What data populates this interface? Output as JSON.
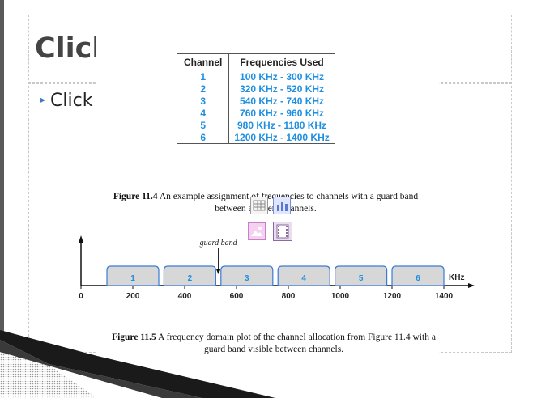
{
  "slide": {
    "title": "Click",
    "bullet": "Click"
  },
  "table": {
    "headers": [
      "Channel",
      "Frequencies Used"
    ],
    "rows": [
      {
        "channel": "1",
        "freq": "100 KHz  -  300 KHz"
      },
      {
        "channel": "2",
        "freq": "320 KHz  -  520 KHz"
      },
      {
        "channel": "3",
        "freq": "540 KHz  -  740 KHz"
      },
      {
        "channel": "4",
        "freq": "760 KHz  -  960 KHz"
      },
      {
        "channel": "5",
        "freq": "980 KHz  - 1180 KHz"
      },
      {
        "channel": "6",
        "freq": "1200 KHz - 1400 KHz"
      }
    ]
  },
  "figure_11_4": {
    "label": "Figure 11.4",
    "text": "An example assignment of frequencies to channels with a guard band between adjacent channels."
  },
  "figure_11_5": {
    "label": "Figure 11.5",
    "text": "A frequency domain plot of the channel allocation from Figure 11.4 with a guard band visible between channels."
  },
  "plot": {
    "guard_label": "guard band",
    "unit": "KHz",
    "ticks": [
      "0",
      "200",
      "400",
      "600",
      "800",
      "1000",
      "1200",
      "1400"
    ],
    "tick_values": [
      0,
      200,
      400,
      600,
      800,
      1000,
      1200,
      1400
    ],
    "channels": [
      {
        "label": "1",
        "from": 100,
        "to": 300
      },
      {
        "label": "2",
        "from": 320,
        "to": 520
      },
      {
        "label": "3",
        "from": 540,
        "to": 740
      },
      {
        "label": "4",
        "from": 760,
        "to": 960
      },
      {
        "label": "5",
        "from": 980,
        "to": 1180
      },
      {
        "label": "6",
        "from": 1200,
        "to": 1400
      }
    ],
    "guard_at": 530
  },
  "placeholder_icons": [
    "table-icon",
    "chart-icon",
    "picture-icon",
    "media-icon"
  ],
  "colors": {
    "channel_text": "#1f8fe0",
    "channel_border": "#3a7bd5",
    "title": "#444444",
    "bullet": "#3b79c4"
  }
}
